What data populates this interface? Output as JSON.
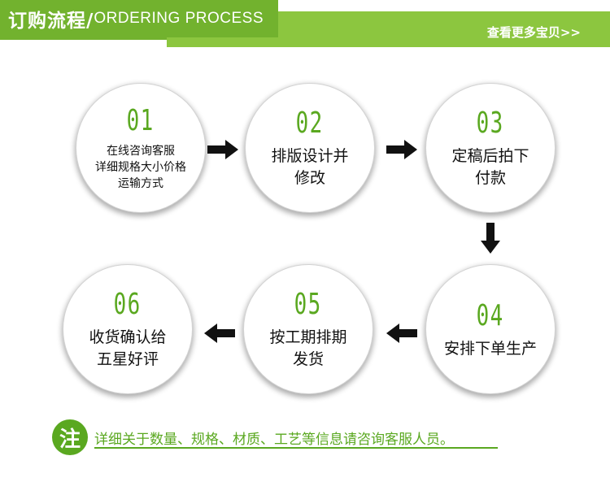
{
  "header": {
    "title_cn": "订购流程/",
    "title_en": "ORDERING PROCESS",
    "more_link": "查看更多宝贝>>"
  },
  "steps": [
    {
      "number": "01",
      "text": "在线咨询客服\n详细规格大小价格\n运输方式"
    },
    {
      "number": "02",
      "text": "排版设计并\n修改"
    },
    {
      "number": "03",
      "text": "定稿后拍下\n付款"
    },
    {
      "number": "04",
      "text": "安排下单生产"
    },
    {
      "number": "05",
      "text": "按工期排期\n发货"
    },
    {
      "number": "06",
      "text": "收货确认给\n五星好评"
    }
  ],
  "note": {
    "icon_char": "注",
    "text": "详细关于数量、规格、材质、工艺等信息请咨询客服人员。"
  },
  "colors": {
    "title_green": "#72b22e",
    "bar_green": "#8cc63f",
    "number_green": "#5aa820",
    "arrow": "#111111"
  }
}
